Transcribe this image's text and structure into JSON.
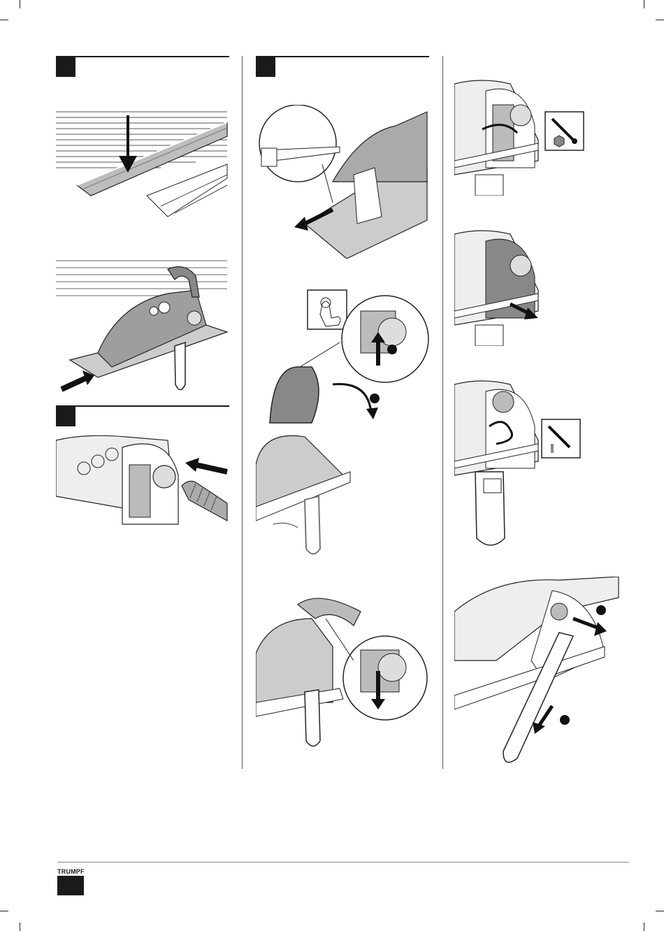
{
  "page": {
    "accent": "#1a1a1a",
    "brand": {
      "name": "TRUMPF"
    }
  },
  "steps": [
    {
      "id": "step-left-top"
    },
    {
      "id": "step-middle"
    },
    {
      "id": "step-left-bottom"
    }
  ],
  "icons": {
    "tool_hex_screwdriver": "hex-screwdriver-icon",
    "tool_flat_screwdriver": "flat-screwdriver-icon",
    "touch": "touch-hand-icon",
    "hex_key": "hex-key-icon"
  }
}
